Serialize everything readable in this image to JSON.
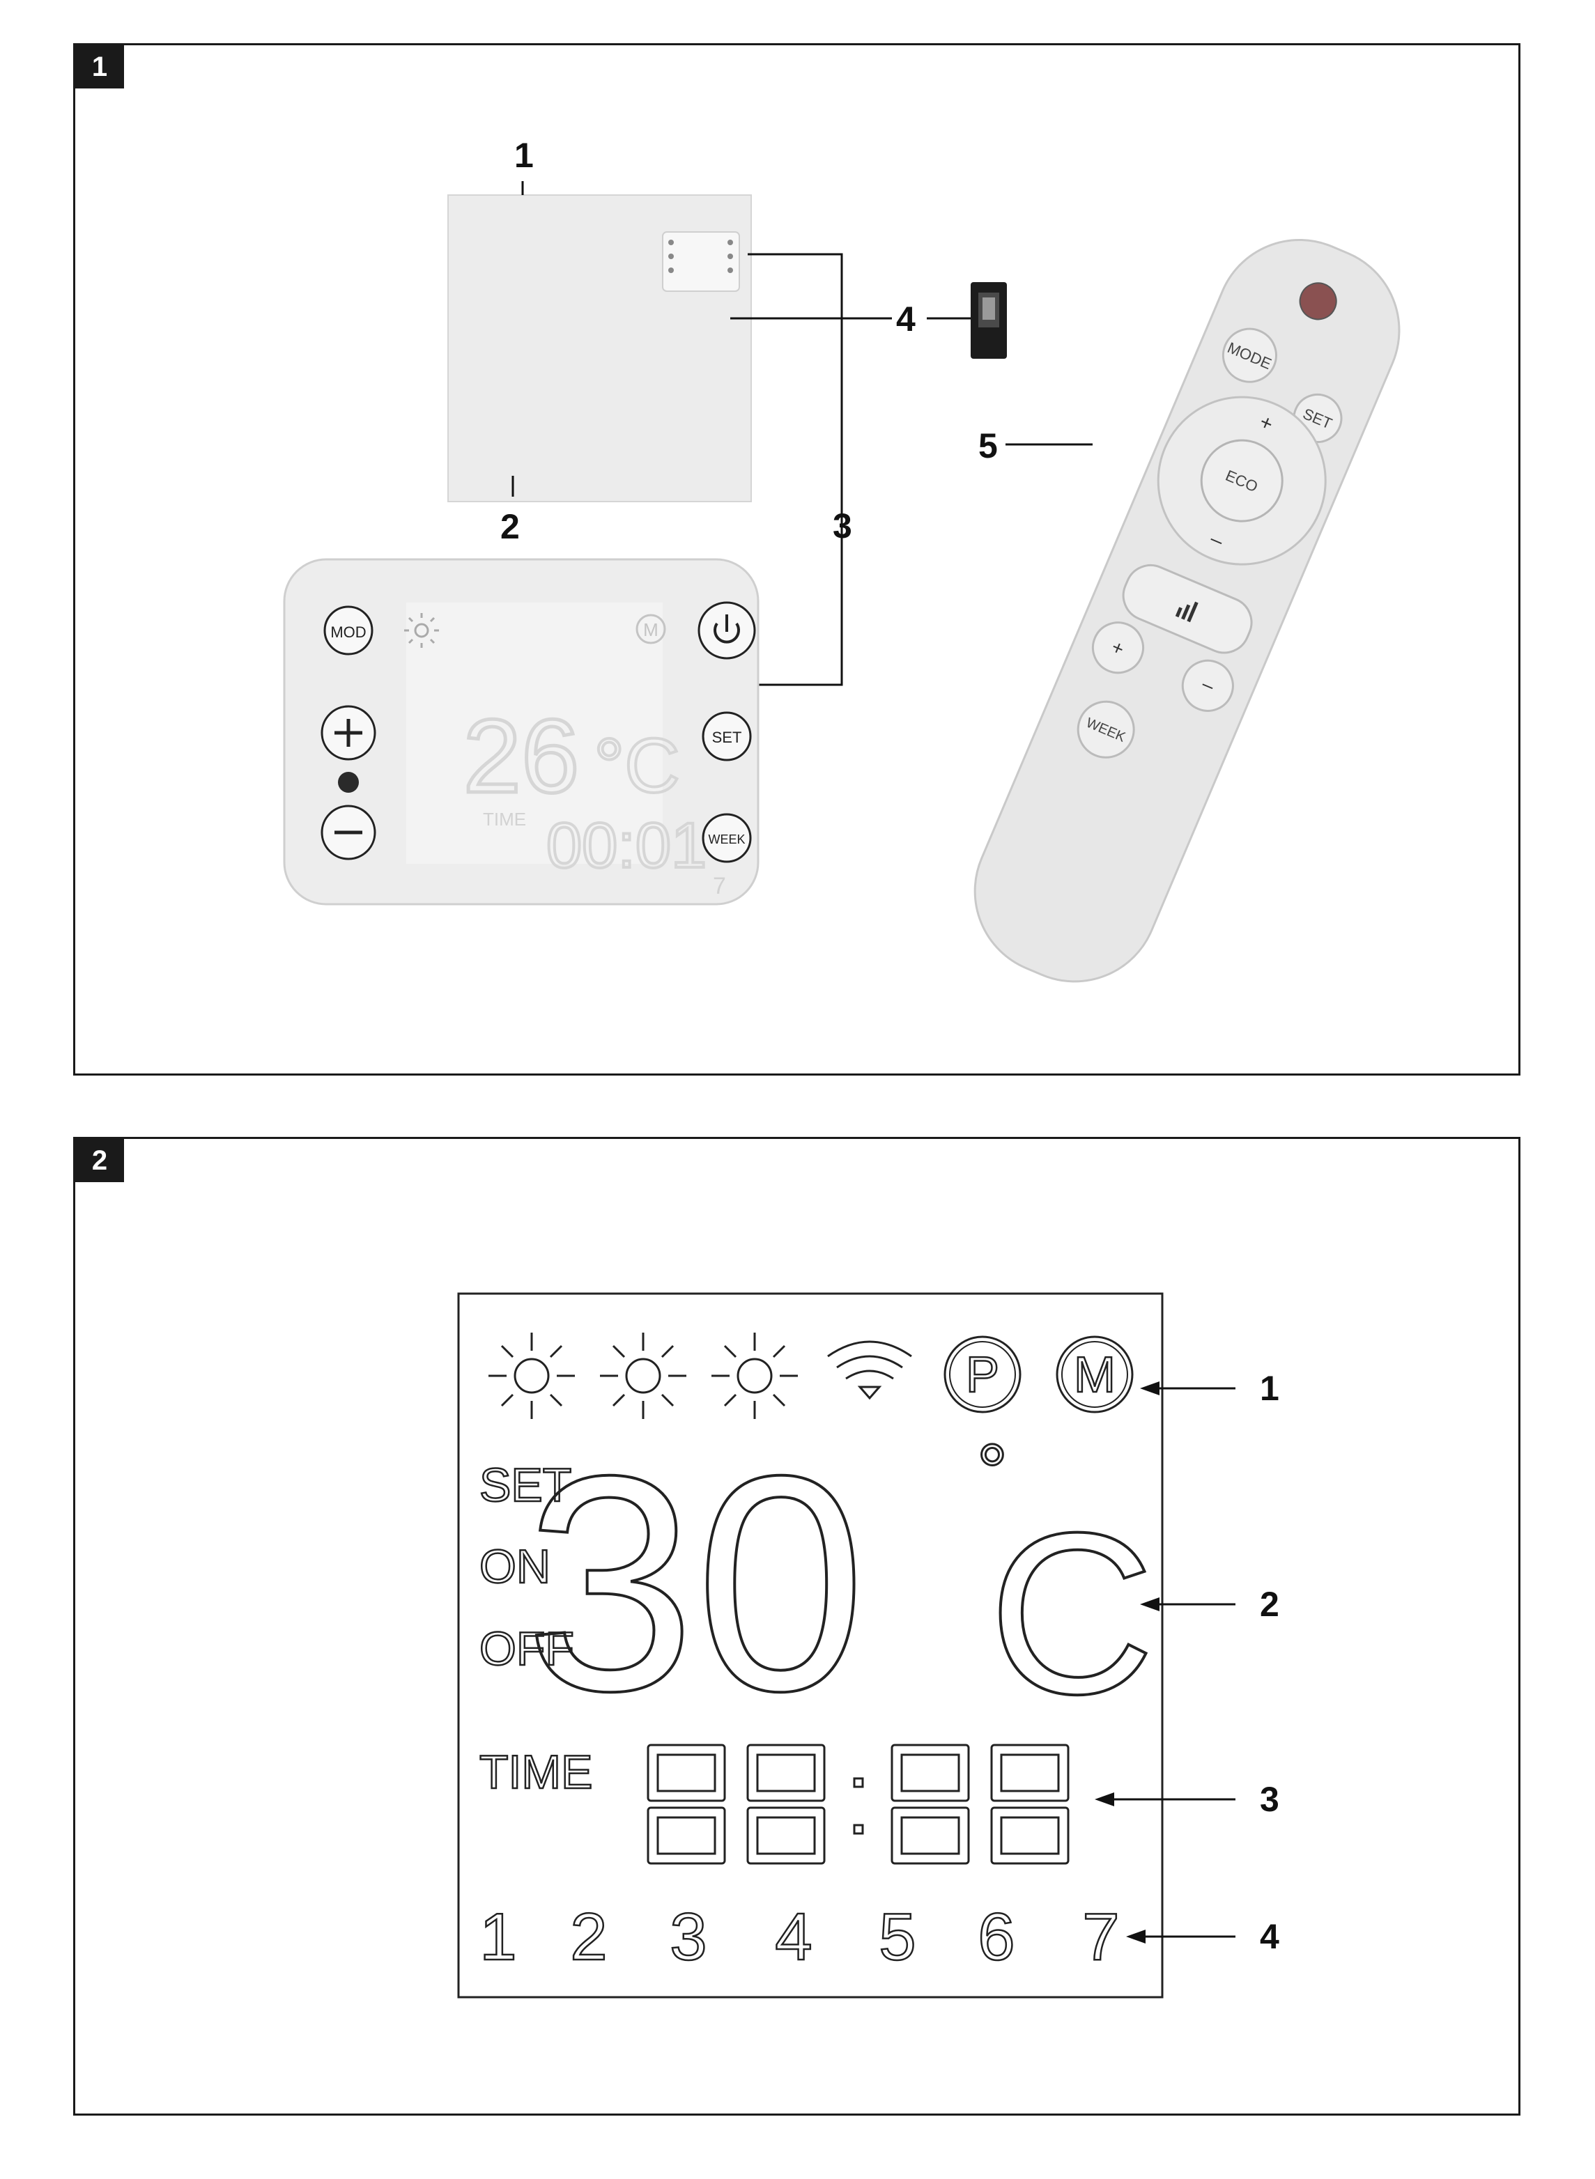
{
  "figure1": {
    "tag": "1",
    "callouts": [
      "1",
      "2",
      "3",
      "4",
      "5"
    ],
    "thermostat": {
      "buttons": [
        "MOD",
        "SET",
        "WEEK"
      ],
      "temperature": "26",
      "unit": "°C",
      "time_label": "TIME",
      "time": "00:01",
      "day": "7",
      "mode_icon": "M"
    },
    "remote": {
      "buttons": [
        "MODE",
        "SET",
        "ECO",
        "WEEK"
      ],
      "plus": "+",
      "minus": "–"
    }
  },
  "figure2": {
    "tag": "2",
    "callouts": [
      "1",
      "2",
      "3",
      "4"
    ],
    "display": {
      "labels": [
        "SET",
        "ON",
        "OFF"
      ],
      "time_label": "TIME",
      "temperature": "30",
      "degree_symbol": "°",
      "unit": "C",
      "days": [
        "1",
        "2",
        "3",
        "4",
        "5",
        "6",
        "7"
      ],
      "icons": [
        "sun-icon",
        "sun-icon",
        "sun-icon",
        "wifi-icon",
        "p-icon",
        "m-icon"
      ],
      "p_symbol": "P",
      "m_symbol": "M"
    }
  }
}
